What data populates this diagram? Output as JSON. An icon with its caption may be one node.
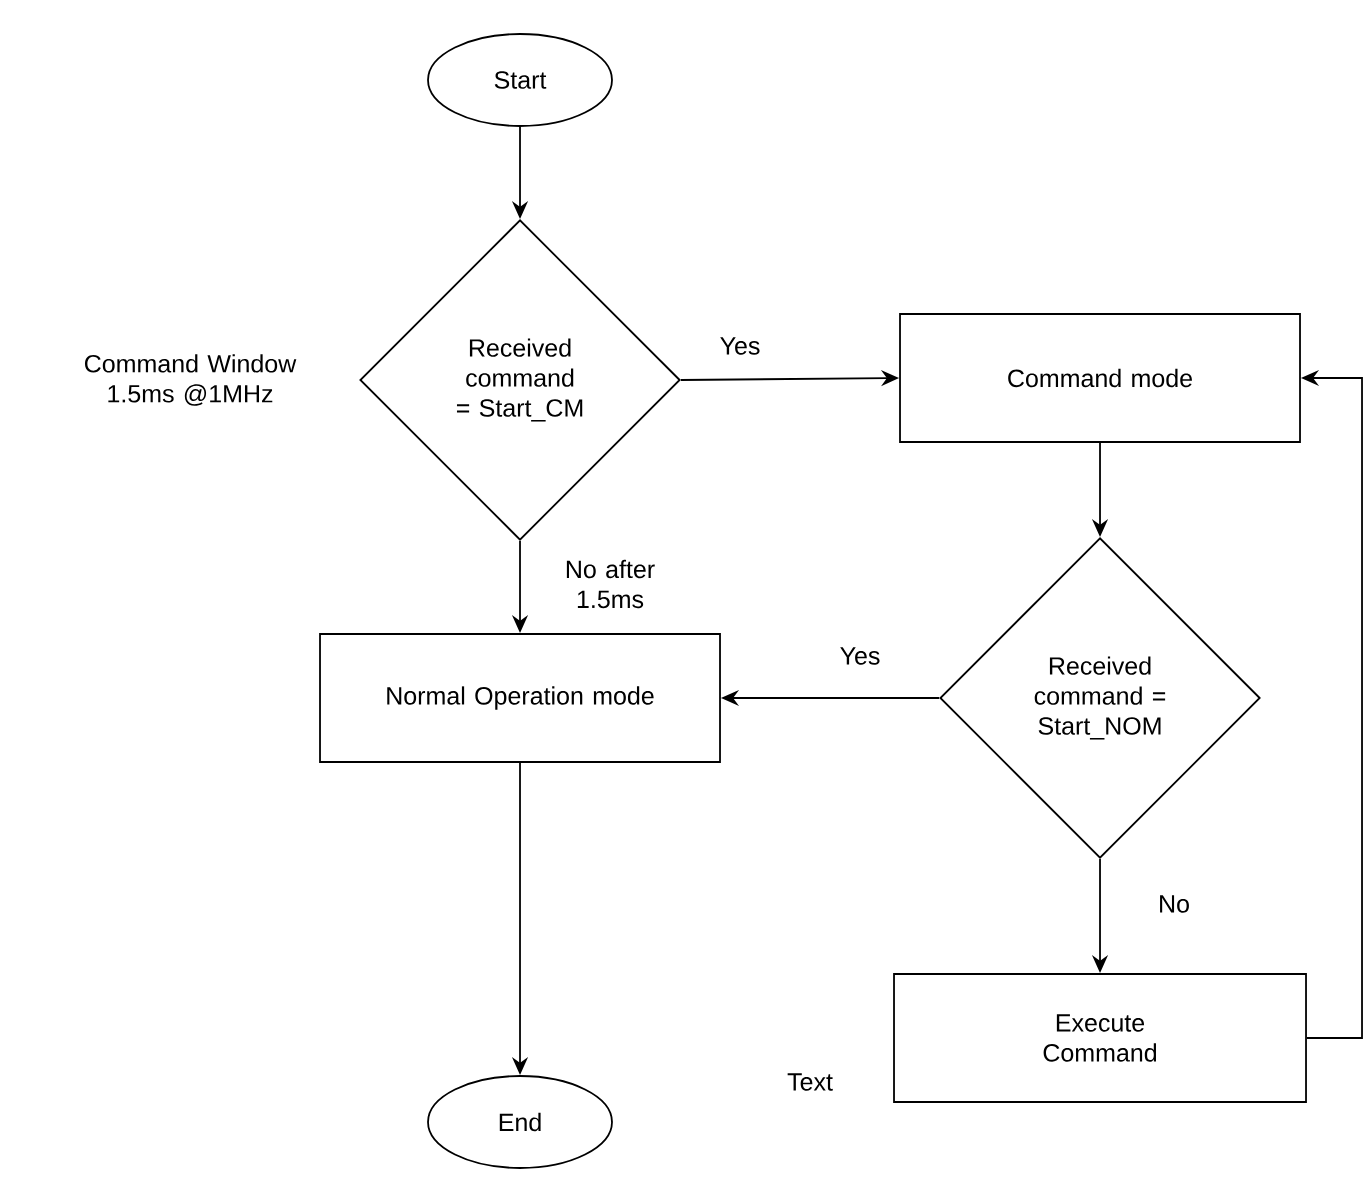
{
  "diagram": {
    "nodes": [
      {
        "text": [
          "Start"
        ]
      },
      {
        "text": [
          "Received command = Start_CM"
        ],
        "beside": [
          "Command Window 1.5ms @1MHz"
        ]
      },
      {
        "text": [
          "Command mode"
        ]
      },
      {
        "text": [
          "Normal Operation mode"
        ]
      },
      {
        "text": [
          "Received command = Start_NOM"
        ]
      },
      {
        "text": [
          "Execute Command"
        ]
      },
      {
        "text": [
          "End"
        ]
      }
    ],
    "edges": [
      {
        "from": 0,
        "to": 1,
        "arrow": "to"
      },
      {
        "from": 1,
        "to": 2,
        "arrow": "to",
        "label": "Yes"
      },
      {
        "from": 1,
        "to": 3,
        "arrow": "to",
        "label": "No after 1.5ms"
      },
      {
        "from": 2,
        "to": 4,
        "arrow": "to"
      },
      {
        "from": 4,
        "to": 3,
        "arrow": "to",
        "label": "Yes"
      },
      {
        "from": 4,
        "to": 5,
        "arrow": "to",
        "label": "No"
      },
      {
        "from": 5,
        "to": 2,
        "arrow": "to"
      },
      {
        "from": 3,
        "to": 6,
        "arrow": "to"
      }
    ],
    "labels": [
      "Text"
    ]
  }
}
